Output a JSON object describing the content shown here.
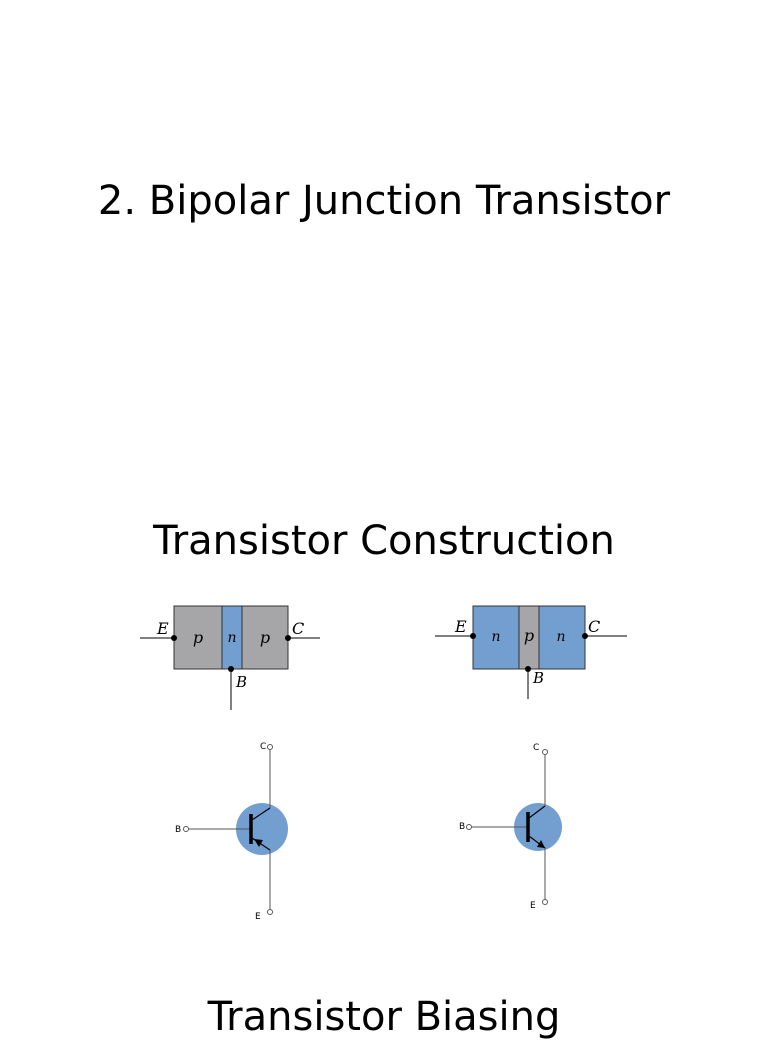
{
  "slides": {
    "title_1": "2. Bipolar Junction Transistor",
    "title_2": "Transistor Construction",
    "title_3": "Transistor Biasing"
  },
  "pnp_construction": {
    "regions": [
      "p",
      "n",
      "p"
    ],
    "terminals": {
      "emitter": "E",
      "collector": "C",
      "base": "B"
    }
  },
  "npn_construction": {
    "regions": [
      "n",
      "p",
      "n"
    ],
    "terminals": {
      "emitter": "E",
      "collector": "C",
      "base": "B"
    }
  },
  "pnp_symbol": {
    "terminals": {
      "collector": "C",
      "base": "B",
      "emitter": "E"
    }
  },
  "npn_symbol": {
    "terminals": {
      "collector": "C",
      "base": "B",
      "emitter": "E"
    }
  },
  "colors": {
    "p_region": "#a6a6a8",
    "n_region": "#729fcf",
    "symbol_circle": "#729fcf"
  }
}
